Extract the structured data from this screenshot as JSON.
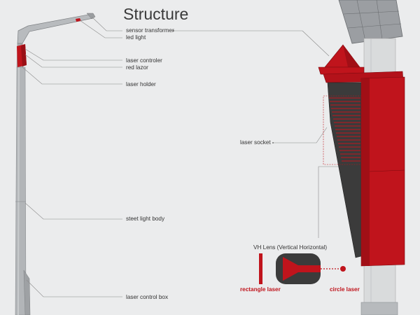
{
  "title": "Structure",
  "labels": {
    "sensor_transformer": "sensor transformer",
    "led_light": "led light",
    "laser_controler": "laser controler",
    "red_lazor": "red lazor",
    "laser_holder": "laser holder",
    "steet_light_body": "steet light body",
    "laser_control_box": "laser control box",
    "laser_socket": "laser socket",
    "vh_lens": "VH Lens (Vertical Horizontal)",
    "rectangle_laser": "rectangle laser",
    "circle_laser": "circle laser"
  },
  "colors": {
    "background": "#ebeced",
    "accent_red": "#c0141c",
    "dark_body": "#3b3b3b",
    "pole_gray": "#a8abae",
    "leader_line": "#8a8a8a"
  }
}
